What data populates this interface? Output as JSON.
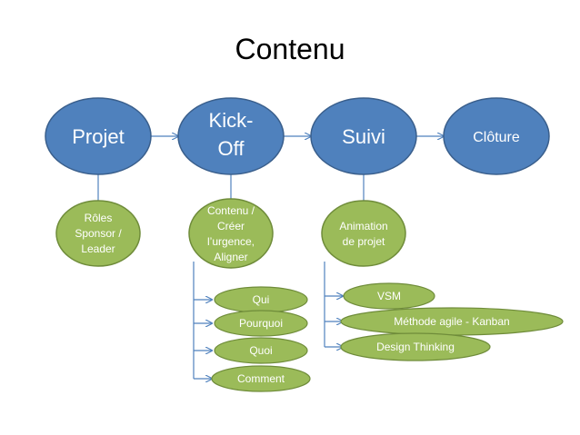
{
  "title": "Contenu",
  "colors": {
    "main_fill": "#4f81bd",
    "main_stroke": "#3a5f8c",
    "sub_fill": "#9bbb59",
    "sub_stroke": "#6f8c3a",
    "connector": "#4f81bd",
    "text_light": "#ffffff"
  },
  "main_nodes": {
    "projet": "Projet",
    "kickoff_line1": "Kick-",
    "kickoff_line2": "Off",
    "suivi": "Suivi",
    "cloture": "Clôture"
  },
  "sub_nodes": {
    "roles": [
      "Rôles",
      "Sponsor /",
      "Leader"
    ],
    "contenu": [
      "Contenu /",
      "Créer",
      "l’urgence,",
      "Aligner"
    ],
    "animation": [
      "Animation",
      "de projet"
    ]
  },
  "kickoff_items": [
    "Qui",
    "Pourquoi",
    "Quoi",
    "Comment"
  ],
  "suivi_items": [
    "VSM",
    "Méthode agile - Kanban",
    "Design Thinking"
  ]
}
